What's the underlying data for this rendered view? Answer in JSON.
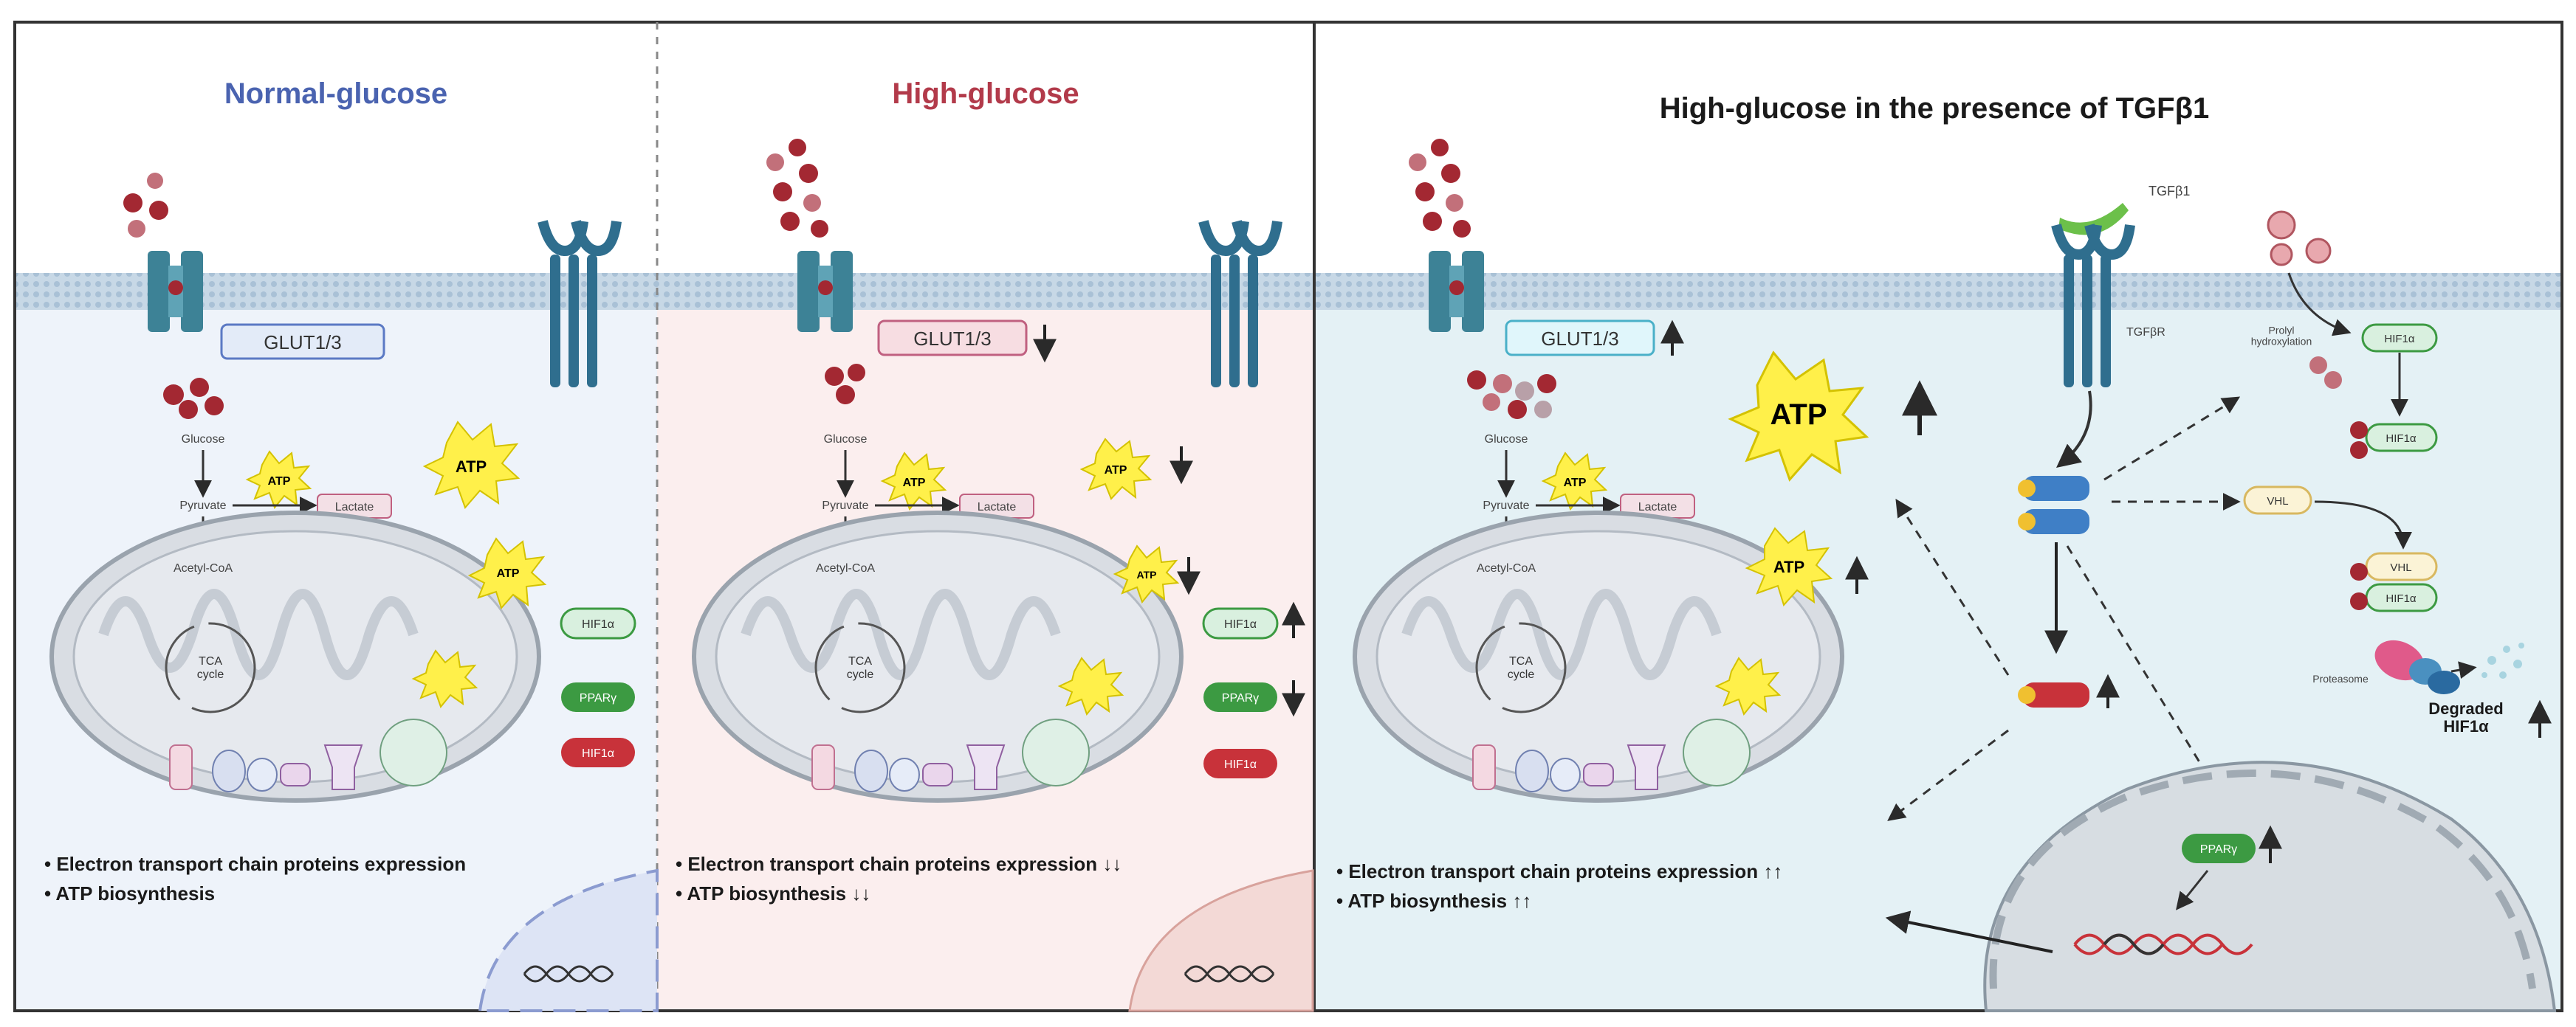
{
  "panels": {
    "normal": {
      "title": "Normal-glucose",
      "transporter": "GLUT1/3",
      "glucose": "Glucose",
      "pyruvate": "Pyruvate",
      "lactate": "Lactate",
      "acetyl_coa": "Acetyl-CoA",
      "tca": "TCA\ncycle",
      "atp": "ATP",
      "badges": [
        "HIF1α",
        "PPARγ",
        "HIF1α"
      ],
      "bullet_1": "Electron transport chain proteins expression",
      "bullet_2": "ATP biosynthesis"
    },
    "high": {
      "title": "High-glucose",
      "transporter": "GLUT1/3",
      "glucose": "Glucose",
      "pyruvate": "Pyruvate",
      "lactate": "Lactate",
      "acetyl_coa": "Acetyl-CoA",
      "tca": "TCA\ncycle",
      "atp": "ATP",
      "badges": [
        "HIF1α",
        "PPARγ",
        "HIF1α"
      ],
      "bullet_1": "Electron transport chain proteins expression ↓↓",
      "bullet_2": "ATP biosynthesis ↓↓"
    },
    "tgf": {
      "title": "High-glucose in the presence of TGFβ1",
      "ligand": "TGFβ1",
      "receptor": "TGFβR",
      "transporter": "GLUT1/3",
      "glucose": "Glucose",
      "pyruvate": "Pyruvate",
      "lactate": "Lactate",
      "acetyl_coa": "Acetyl-CoA",
      "tca": "TCA\ncycle",
      "atp": "ATP",
      "ppar": "PPARγ",
      "hif": "HIF1α",
      "vhl": "VHL",
      "prolyl": "Prolyl\nhydroxylation",
      "proteasome": "Proteasome",
      "degraded": "Degraded\nHIF1α",
      "bullet_1": "Electron transport chain proteins expression ↑↑",
      "bullet_2": "ATP biosynthesis ↑↑"
    }
  },
  "colors": {
    "normal_bg": "#eef3fa",
    "high_bg": "#fbeeee",
    "tgf_bg": "#e4f1f5",
    "membrane": "#b9cfe0",
    "normal_title": "#4a63b0",
    "high_title": "#b23a4a",
    "atp_yellow": "#fff04a",
    "ppar_green": "#3c9a42",
    "hif_red": "#c8323a",
    "glucose_red": "#a32832",
    "receptor_blue": "#2f6e8e"
  },
  "icons": [
    "glucose-molecule-icon",
    "glut-transporter-icon",
    "tgf-receptor-icon",
    "atp-burst-icon",
    "mitochondrion-icon",
    "nucleus-icon",
    "dna-icon",
    "proteasome-icon",
    "up-arrow-icon",
    "down-arrow-icon"
  ]
}
